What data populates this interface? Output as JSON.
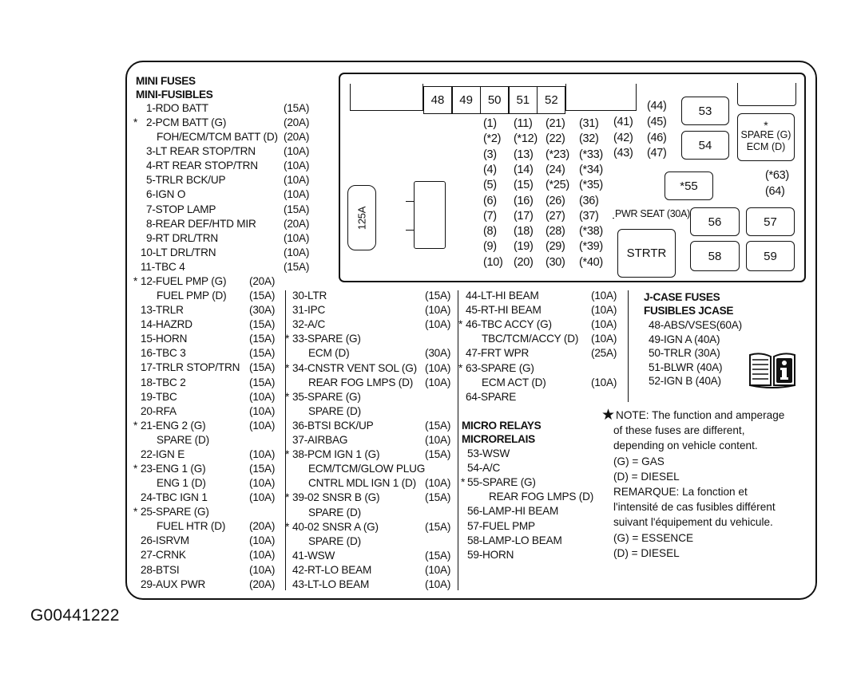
{
  "mini_fuses": {
    "title_en": "MINI FUSES",
    "title_fr": "MINI-FUSIBLES",
    "col1": [
      {
        "m": "",
        "label": "1-RDO BATT",
        "amp": "(15A)"
      },
      {
        "m": "*",
        "label": "2-PCM BATT (G)",
        "amp": "(20A)"
      },
      {
        "m": "",
        "label": "FOH/ECM/TCM BATT (D)",
        "amp": "(20A)"
      },
      {
        "m": "",
        "label": "3-LT REAR STOP/TRN",
        "amp": "(10A)"
      },
      {
        "m": "",
        "label": "4-RT REAR STOP/TRN",
        "amp": "(10A)"
      },
      {
        "m": "",
        "label": "5-TRLR BCK/UP",
        "amp": "(10A)"
      },
      {
        "m": "",
        "label": "6-IGN O",
        "amp": "(10A)"
      },
      {
        "m": "",
        "label": "7-STOP LAMP",
        "amp": "(15A)"
      },
      {
        "m": "",
        "label": "8-REAR DEF/HTD MIR",
        "amp": "(20A)"
      },
      {
        "m": "",
        "label": "9-RT DRL/TRN",
        "amp": "(10A)"
      },
      {
        "m": "",
        "label": "10-LT DRL/TRN",
        "amp": "(10A)"
      },
      {
        "m": "",
        "label": "11-TBC 4",
        "amp": "(15A)"
      },
      {
        "m": "*",
        "label": "12-FUEL PMP (G)",
        "amp": "(20A)"
      },
      {
        "m": "",
        "label": "FUEL PMP (D)",
        "amp": "(15A)"
      },
      {
        "m": "",
        "label": "13-TRLR",
        "amp": "(30A)"
      },
      {
        "m": "",
        "label": "14-HAZRD",
        "amp": "(15A)"
      },
      {
        "m": "",
        "label": "15-HORN",
        "amp": "(15A)"
      },
      {
        "m": "",
        "label": "16-TBC 3",
        "amp": "(15A)"
      },
      {
        "m": "",
        "label": "17-TRLR STOP/TRN",
        "amp": "(15A)"
      },
      {
        "m": "",
        "label": "18-TBC 2",
        "amp": "(15A)"
      },
      {
        "m": "",
        "label": "19-TBC",
        "amp": "(10A)"
      },
      {
        "m": "",
        "label": "20-RFA",
        "amp": "(10A)"
      },
      {
        "m": "*",
        "label": "21-ENG 2 (G)",
        "amp": "(10A)"
      },
      {
        "m": "",
        "label": "SPARE (D)",
        "amp": ""
      },
      {
        "m": "",
        "label": "22-IGN E",
        "amp": "(10A)"
      },
      {
        "m": "*",
        "label": "23-ENG 1 (G)",
        "amp": "(15A)"
      },
      {
        "m": "",
        "label": "ENG 1 (D)",
        "amp": "(10A)"
      },
      {
        "m": "",
        "label": "24-TBC IGN 1",
        "amp": "(10A)"
      },
      {
        "m": "*",
        "label": "25-SPARE (G)",
        "amp": ""
      },
      {
        "m": "",
        "label": "FUEL HTR (D)",
        "amp": "(20A)"
      },
      {
        "m": "",
        "label": "26-ISRVM",
        "amp": "(10A)"
      },
      {
        "m": "",
        "label": "27-CRNK",
        "amp": "(10A)"
      },
      {
        "m": "",
        "label": "28-BTSI",
        "amp": "(10A)"
      },
      {
        "m": "",
        "label": "29-AUX PWR",
        "amp": "(20A)"
      }
    ],
    "col2": [
      {
        "m": "",
        "label": "30-LTR",
        "amp": "(15A)"
      },
      {
        "m": "",
        "label": "31-IPC",
        "amp": "(10A)"
      },
      {
        "m": "",
        "label": "32-A/C",
        "amp": "(10A)"
      },
      {
        "m": "*",
        "label": "33-SPARE (G)",
        "amp": ""
      },
      {
        "m": "",
        "label": "ECM (D)",
        "amp": "(30A)"
      },
      {
        "m": "*",
        "label": "34-CNSTR VENT SOL (G)",
        "amp": "(10A)"
      },
      {
        "m": "",
        "label": "REAR FOG LMPS (D)",
        "amp": "(10A)"
      },
      {
        "m": "*",
        "label": "35-SPARE (G)",
        "amp": ""
      },
      {
        "m": "",
        "label": "SPARE (D)",
        "amp": ""
      },
      {
        "m": "",
        "label": "36-BTSI BCK/UP",
        "amp": "(15A)"
      },
      {
        "m": "",
        "label": "37-AIRBAG",
        "amp": "(10A)"
      },
      {
        "m": "*",
        "label": "38-PCM IGN 1 (G)",
        "amp": "(15A)"
      },
      {
        "m": "",
        "label": "ECM/TCM/GLOW PLUG",
        "amp": ""
      },
      {
        "m": "",
        "label": "CNTRL MDL IGN 1 (D)",
        "amp": "(10A)"
      },
      {
        "m": "*",
        "label": "39-02 SNSR B (G)",
        "amp": "(15A)"
      },
      {
        "m": "",
        "label": "SPARE (D)",
        "amp": ""
      },
      {
        "m": "*",
        "label": "40-02 SNSR A (G)",
        "amp": "(15A)"
      },
      {
        "m": "",
        "label": "SPARE (D)",
        "amp": ""
      },
      {
        "m": "",
        "label": "41-WSW",
        "amp": "(15A)"
      },
      {
        "m": "",
        "label": "42-RT-LO BEAM",
        "amp": "(10A)"
      },
      {
        "m": "",
        "label": "43-LT-LO BEAM",
        "amp": "(10A)"
      }
    ],
    "col3": [
      {
        "m": "",
        "label": "44-LT-HI BEAM",
        "amp": "(10A)"
      },
      {
        "m": "",
        "label": "45-RT-HI BEAM",
        "amp": "(10A)"
      },
      {
        "m": "*",
        "label": "46-TBC ACCY (G)",
        "amp": "(10A)"
      },
      {
        "m": "",
        "label": "TBC/TCM/ACCY (D)",
        "amp": "(10A)"
      },
      {
        "m": "",
        "label": "47-FRT WPR",
        "amp": "(25A)"
      },
      {
        "m": "*",
        "label": "63-SPARE (G)",
        "amp": ""
      },
      {
        "m": "",
        "label": "ECM ACT (D)",
        "amp": "(10A)"
      },
      {
        "m": "",
        "label": "64-SPARE",
        "amp": ""
      }
    ]
  },
  "micro_relays": {
    "title_en": "MICRO RELAYS",
    "title_fr": "MICRORELAIS",
    "items": [
      {
        "m": "",
        "label": "53-WSW"
      },
      {
        "m": "",
        "label": "54-A/C"
      },
      {
        "m": "*",
        "label": "55-SPARE (G)"
      },
      {
        "m": "",
        "label": "REAR FOG LMPS (D)"
      },
      {
        "m": "",
        "label": "56-LAMP-HI BEAM"
      },
      {
        "m": "",
        "label": "57-FUEL PMP"
      },
      {
        "m": "",
        "label": "58-LAMP-LO BEAM"
      },
      {
        "m": "",
        "label": "59-HORN"
      }
    ]
  },
  "jcase": {
    "title_en": "J-CASE FUSES",
    "title_fr": "FUSIBLES JCASE",
    "items": [
      "48-ABS/VSES(60A)",
      "49-IGN A (40A)",
      "50-TRLR (30A)",
      "51-BLWR (40A)",
      "52-IGN B (40A)"
    ]
  },
  "note": {
    "star": "★",
    "lines": [
      "NOTE:  The function and amperage",
      "of these fuses are different,",
      "depending on vehicle content.",
      "(G) = GAS",
      "(D) = DIESEL",
      "REMARQUE:  La fonction et",
      "l'intensité de cas fusibles différent",
      "suivant l'équipement du vehicule.",
      "(G) = ESSENCE",
      "(D) = DIESEL"
    ],
    "info_icon": "book-info-icon"
  },
  "block": {
    "jcase_cells": [
      "48",
      "49",
      "50",
      "51",
      "52"
    ],
    "main_fuse": "125A",
    "mini_grid": [
      [
        "1",
        "11",
        "21",
        "31"
      ],
      [
        "*2",
        "*12",
        "22",
        "32"
      ],
      [
        "3",
        "13",
        "*23",
        "*33"
      ],
      [
        "4",
        "14",
        "24",
        "*34"
      ],
      [
        "5",
        "15",
        "*25",
        "*35"
      ],
      [
        "6",
        "16",
        "26",
        "36"
      ],
      [
        "7",
        "17",
        "27",
        "37"
      ],
      [
        "8",
        "18",
        "28",
        "*38"
      ],
      [
        "9",
        "19",
        "29",
        "*39"
      ],
      [
        "10",
        "20",
        "30",
        "*40"
      ]
    ],
    "side_fuses": [
      [
        "41",
        "45"
      ],
      [
        "42",
        "46"
      ],
      [
        "43",
        "47"
      ]
    ],
    "top_fuse": "44",
    "right_fuses": [
      "*63",
      "64"
    ],
    "relay_53": "53",
    "relay_54": "54",
    "relay_55": "*55",
    "spare_star": "*",
    "spare_line1": "SPARE (G)",
    "spare_line2": "ECM (D)",
    "pwr_seat": "PWR SEAT (30A)",
    "strtr": "STRTR",
    "relay_56": "56",
    "relay_57": "57",
    "relay_58": "58",
    "relay_59": "59"
  },
  "figure_code": "G00441222"
}
